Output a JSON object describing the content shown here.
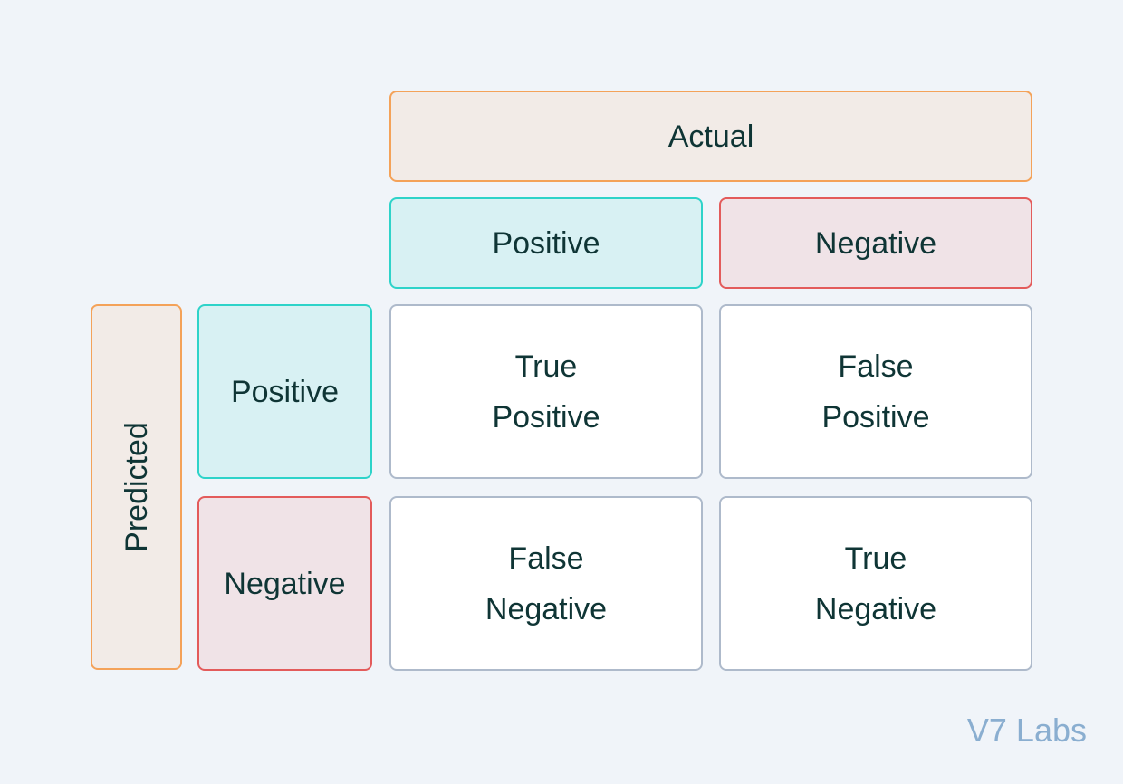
{
  "header": {
    "actual": "Actual",
    "predicted": "Predicted"
  },
  "columns": {
    "positive": "Positive",
    "negative": "Negative"
  },
  "rows": {
    "positive": "Positive",
    "negative": "Negative"
  },
  "cells": {
    "true_positive": [
      "True",
      "Positive"
    ],
    "false_positive": [
      "False",
      "Positive"
    ],
    "false_negative": [
      "False",
      "Negative"
    ],
    "true_negative": [
      "True",
      "Negative"
    ]
  },
  "watermark": "V7 Labs",
  "colors": {
    "background": "#f0f4f9",
    "text": "#0f3535",
    "header_fill": "#f2ebe7",
    "header_border": "#f4a259",
    "positive_fill": "#d8f1f3",
    "positive_border": "#2ed3c9",
    "negative_fill": "#f0e3e7",
    "negative_border": "#e35b5b",
    "cell_border": "#aebacb",
    "watermark": "#8aaed0"
  }
}
